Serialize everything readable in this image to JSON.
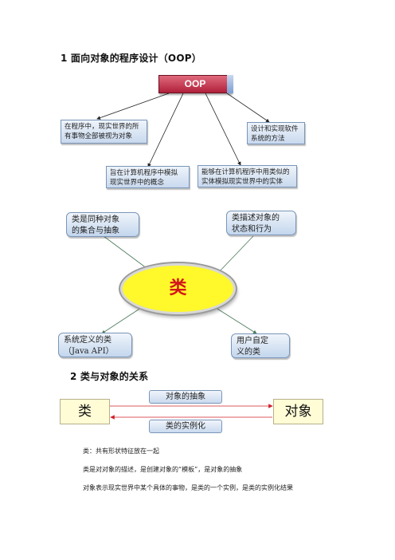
{
  "section1": {
    "heading": "1 面向对象的程序设计（OOP）"
  },
  "oop_diagram": {
    "root": "OOP",
    "node_left": [
      "在程序中，现实世界的所",
      "有事物全部被视为对象"
    ],
    "node_right": [
      "设计和实现软件",
      "系统的方法"
    ],
    "node_mid_left": [
      "旨在计算机程序中模拟",
      "现实世界中的概念"
    ],
    "node_mid_right": [
      "能够在计算机程序中用类似的",
      "实体模拟现实世界中的实体"
    ]
  },
  "class_diagram": {
    "center": "类",
    "top_left": [
      "类是同种对象",
      "的集合与抽象"
    ],
    "top_right": [
      "类描述对象的",
      "状态和行为"
    ],
    "bottom_left": [
      "系统定义的类",
      "（Java API）"
    ],
    "bottom_right": [
      "用户自定",
      "义的类"
    ]
  },
  "section2": {
    "heading": "2  类与对象的关系"
  },
  "relation_diagram": {
    "left": "类",
    "right": "对象",
    "top_label": "对象的抽象",
    "bottom_label": "类的实例化"
  },
  "paragraphs": {
    "p1": "类：共有形状特征放在一起",
    "p2": "类是对对象的描述，是创建对象的“模板”，是对象的抽象",
    "p3": "对象表示现实世界中某个具体的事物，是类的一个实例，是类的实例化结果"
  },
  "colors": {
    "oop_root": "#b0203a",
    "ellipse_fill": "#fff82a",
    "ellipse_text": "#d3161a",
    "node_fill": "#c9d9ee",
    "arrow_red": "#d0202a",
    "relation_box_fill": "#fffcd6"
  }
}
